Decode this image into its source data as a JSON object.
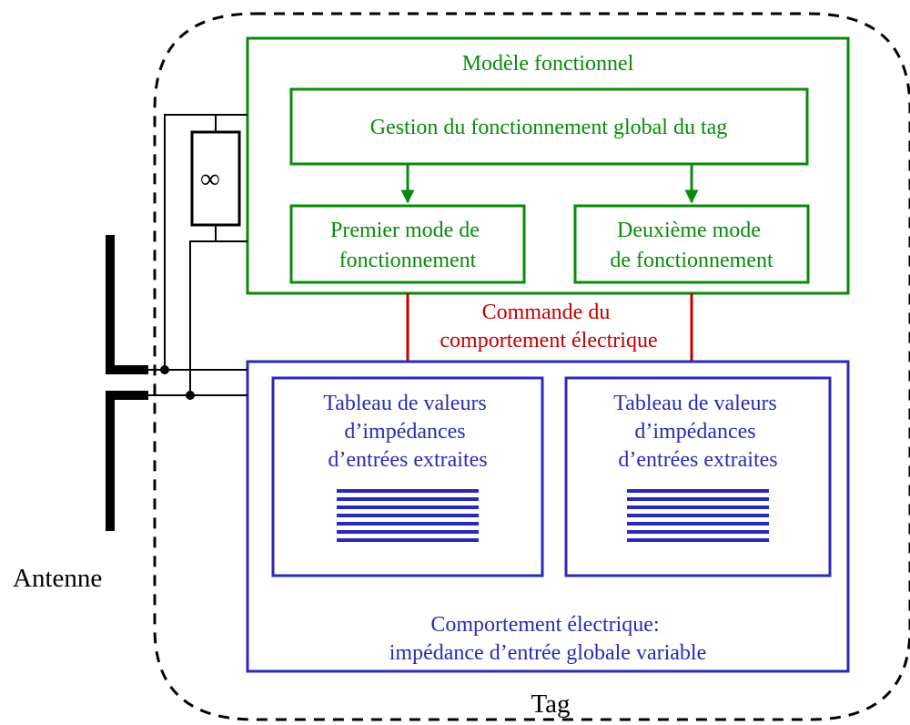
{
  "colors": {
    "functional": "#0a8a0a",
    "electrical": "#2a2ab4",
    "command": "#c00000",
    "wire": "#000000"
  },
  "functional_model": {
    "title": "Modèle fonctionnel",
    "global_management": "Gestion du fonctionnement global du tag",
    "mode1": [
      "Premier mode de",
      "fonctionnement"
    ],
    "mode2": [
      "Deuxième mode",
      "de fonctionnement"
    ]
  },
  "command": [
    "Commande du",
    "comportement électrique"
  ],
  "electrical_behavior": {
    "table1": [
      "Tableau de valeurs",
      "d’impédances",
      "d’entrées extraites"
    ],
    "table2": [
      "Tableau de valeurs",
      "d’impédances",
      "d’entrées extraites"
    ],
    "caption": [
      "Comportement électrique:",
      "impédance d’entrée globale variable"
    ]
  },
  "antenna_label": "Antenne",
  "tag_label": "Tag",
  "impedance_symbol": "∞",
  "icons": [
    "infinite-impedance-resistor-icon",
    "dipole-antenna-icon"
  ]
}
